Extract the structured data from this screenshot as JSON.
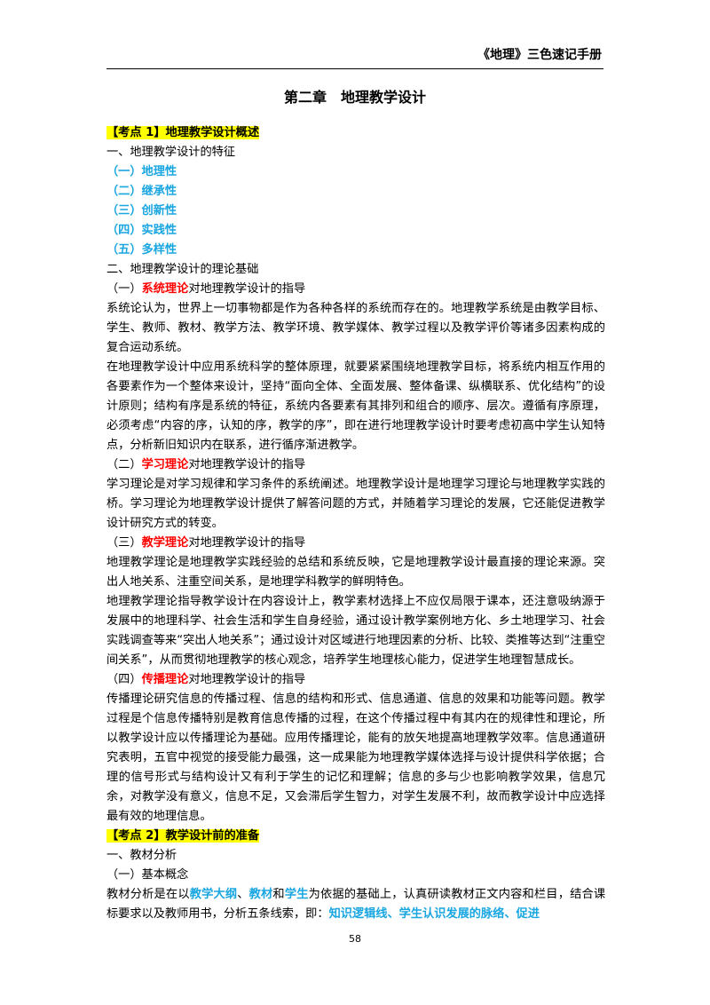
{
  "header": {
    "title": "《地理》三色速记手册"
  },
  "chapter_title": "第二章　地理教学设计",
  "kaodian1": {
    "label": "【考点 1】地理教学设计概述"
  },
  "sec1_heading": "一、地理教学设计的特征",
  "features": [
    "（一）地理性",
    "（二）继承性",
    "（三）创新性",
    "（四）实践性",
    "（五）多样性"
  ],
  "sec2_heading": "二、地理教学设计的理论基础",
  "t1": {
    "prefix": "（一）",
    "keyword": "系统理论",
    "suffix": "对地理教学设计的指导",
    "p1": "系统论认为，世界上一切事物都是作为各种各样的系统而存在的。地理教学系统是由教学目标、学生、教师、教材、教学方法、教学环境、教学媒体、教学过程以及教学评价等诸多因素构成的复合运动系统。",
    "p2": "在地理教学设计中应用系统科学的整体原理，就要紧紧围绕地理教学目标，将系统内相互作用的各要素作为一个整体来设计，坚持“面向全体、全面发展、整体备课、纵横联系、优化结构”的设计原则；结构有序是系统的特征，系统内各要素有其排列和组合的顺序、层次。遵循有序原理，必须考虑“内容的序，认知的序，教学的序”，即在进行地理教学设计时要考虑初高中学生认知特点，分析新旧知识内在联系，进行循序渐进教学。"
  },
  "t2": {
    "prefix": "（二）",
    "keyword": "学习理论",
    "suffix": "对地理教学设计的指导",
    "p1": "学习理论是对学习规律和学习条件的系统阐述。地理教学设计是地理学习理论与地理教学实践的桥。学习理论为地理教学设计提供了解答问题的方式，并随着学习理论的发展，它还能促进教学设计研究方式的转变。"
  },
  "t3": {
    "prefix": "（三）",
    "keyword": "教学理论",
    "suffix": "对地理教学设计的指导",
    "p1": "地理教学理论是地理教学实践经验的总结和系统反映，它是地理教学设计最直接的理论来源。突出人地关系、注重空间关系，是地理学科教学的鲜明特色。",
    "p2": "地理教学理论指导教学设计在内容设计上，教学素材选择上不应仅局限于课本，还注意吸纳源于发展中的地理科学、社会生活和学生自身经验，通过设计教学案例地方化、乡土地理学习、社会实践调查等来“突出人地关系”；通过设计对区域进行地理因素的分析、比较、类推等达到“注重空间关系”，从而贯彻地理教学的核心观念，培养学生地理核心能力，促进学生地理智慧成长。"
  },
  "t4": {
    "prefix": "（四）",
    "keyword": "传播理论",
    "suffix": "对地理教学设计的指导",
    "p1": "传播理论研究信息的传播过程、信息的结构和形式、信息通道、信息的效果和功能等问题。教学过程是个信息传播特别是教育信息传播的过程，在这个传播过程中有其内在的规律性和理论，所以教学设计应以传播理论为基础。应用传播理论，能有的放矢地提高地理教学效率。信息通道研究表明，五官中视觉的接受能力最强，这一成果能为地理教学媒体选择与设计提供科学依据；合理的信号形式与结构设计又有利于学生的记忆和理解；信息的多与少也影响教学效果，信息冗余，对教学没有意义，信息不足，又会滞后学生智力，对学生发展不利，故而教学设计中应选择最有效的地理信息。"
  },
  "kaodian2": {
    "label": "【考点 2】教学设计前的准备"
  },
  "sec3_heading": "一、教材分析",
  "sub1_heading": "（一）基本概念",
  "last_para": {
    "s1": "教材分析是在以",
    "k1": "教学大纲",
    "s2": "、",
    "k2": "教材",
    "s3": "和",
    "k3": "学生",
    "s4": "为依据的基础上，认真研读教材正文内容和栏目，结合课标要求以及教师用书，分析五条线索，即：",
    "k4": "知识逻辑线、学生认识发展的脉络、促进"
  },
  "page_number": "58"
}
